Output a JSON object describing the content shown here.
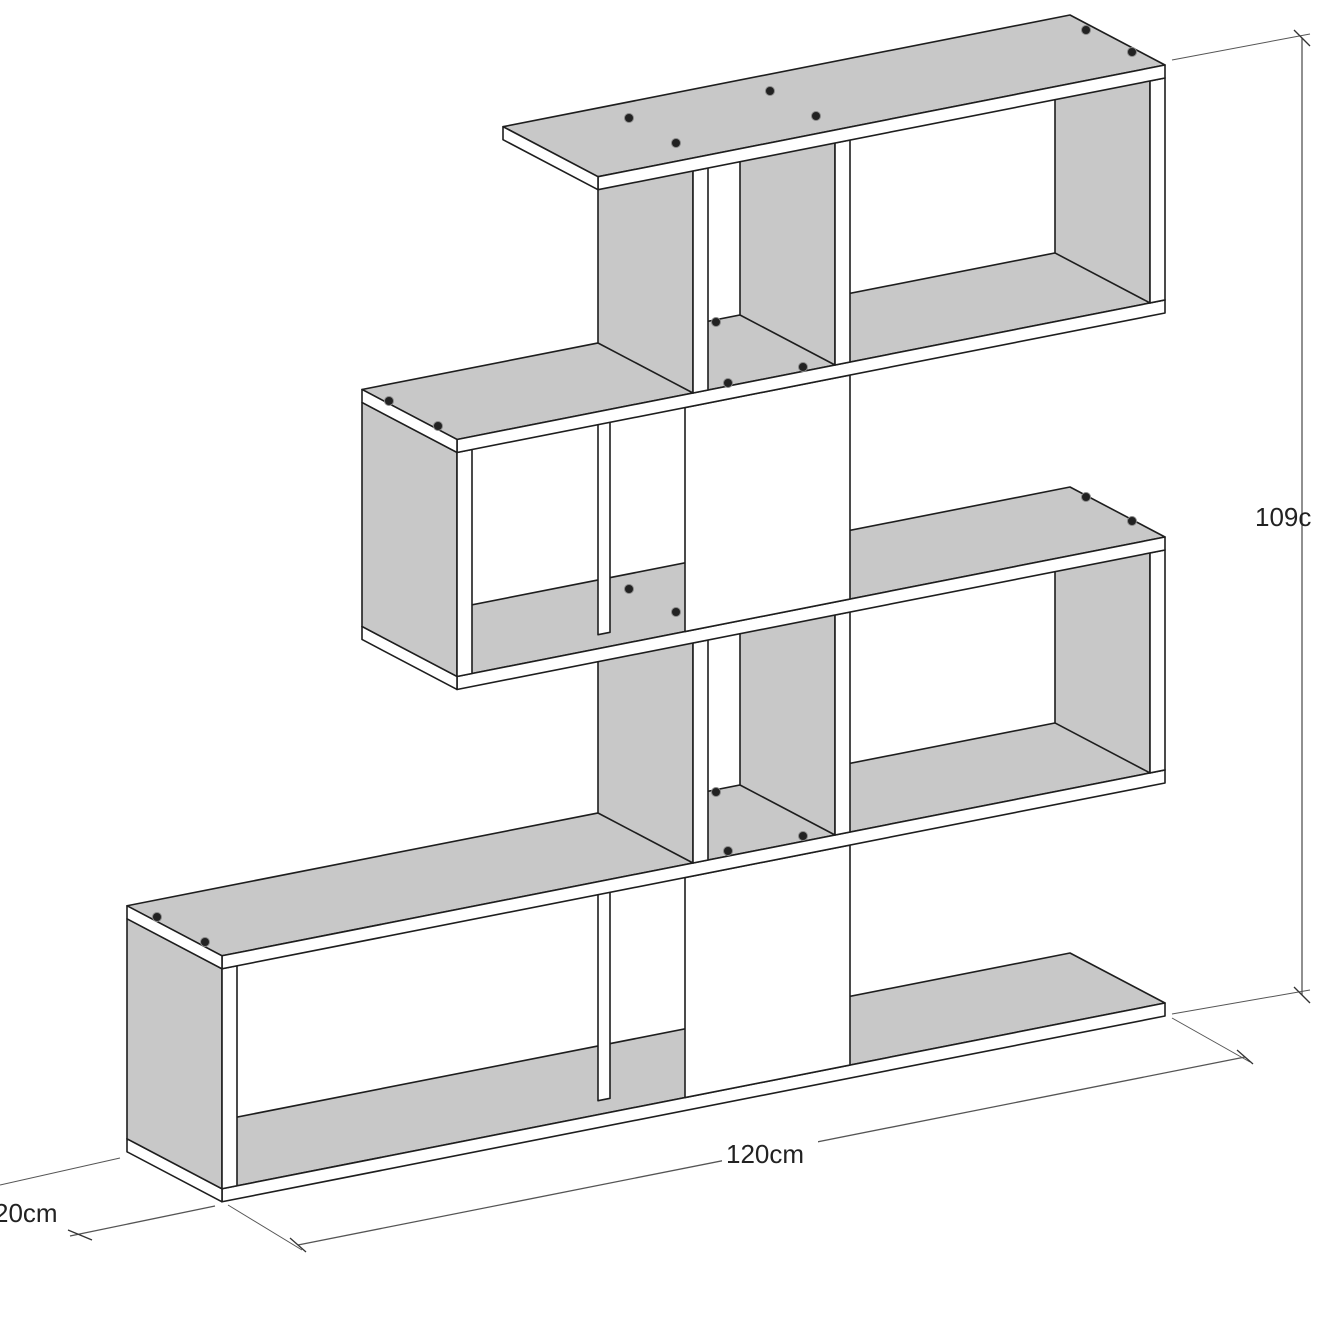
{
  "dimensions": {
    "height_label": "109c",
    "width_label": "120cm",
    "depth_label": "20cm"
  },
  "colors": {
    "face_gray": "#c8c8c8",
    "face_white": "#ffffff",
    "stroke": "#1e1e1e",
    "dimension_line": "#555555"
  }
}
